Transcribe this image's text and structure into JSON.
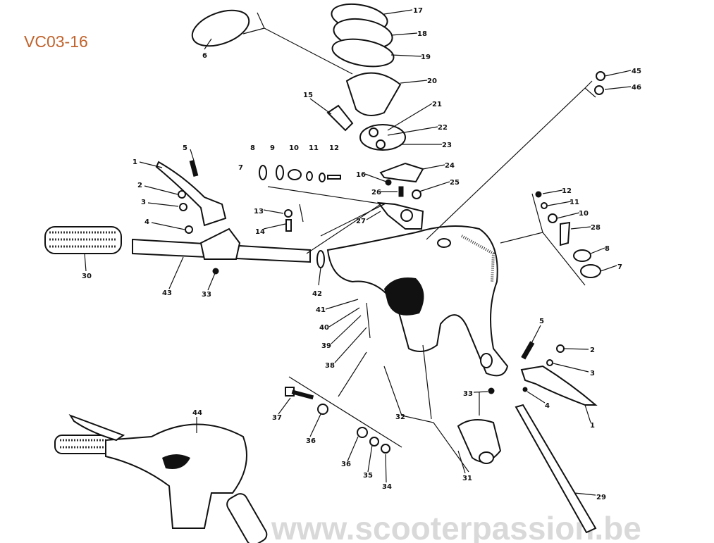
{
  "title": "VC03-16",
  "watermark": "www.scooterpassion.be",
  "part_labels": [
    "17",
    "18",
    "19",
    "6",
    "20",
    "15",
    "21",
    "22",
    "23",
    "24",
    "25",
    "16",
    "26",
    "27",
    "5",
    "1",
    "2",
    "3",
    "4",
    "8",
    "9",
    "10",
    "11",
    "12",
    "7",
    "13",
    "14",
    "30",
    "43",
    "33",
    "42",
    "41",
    "40",
    "39",
    "38",
    "45",
    "46",
    "12",
    "11",
    "10",
    "28",
    "8",
    "7",
    "5",
    "2",
    "3",
    "4",
    "1",
    "33",
    "32",
    "37",
    "36",
    "36",
    "35",
    "34",
    "31",
    "29",
    "44"
  ]
}
